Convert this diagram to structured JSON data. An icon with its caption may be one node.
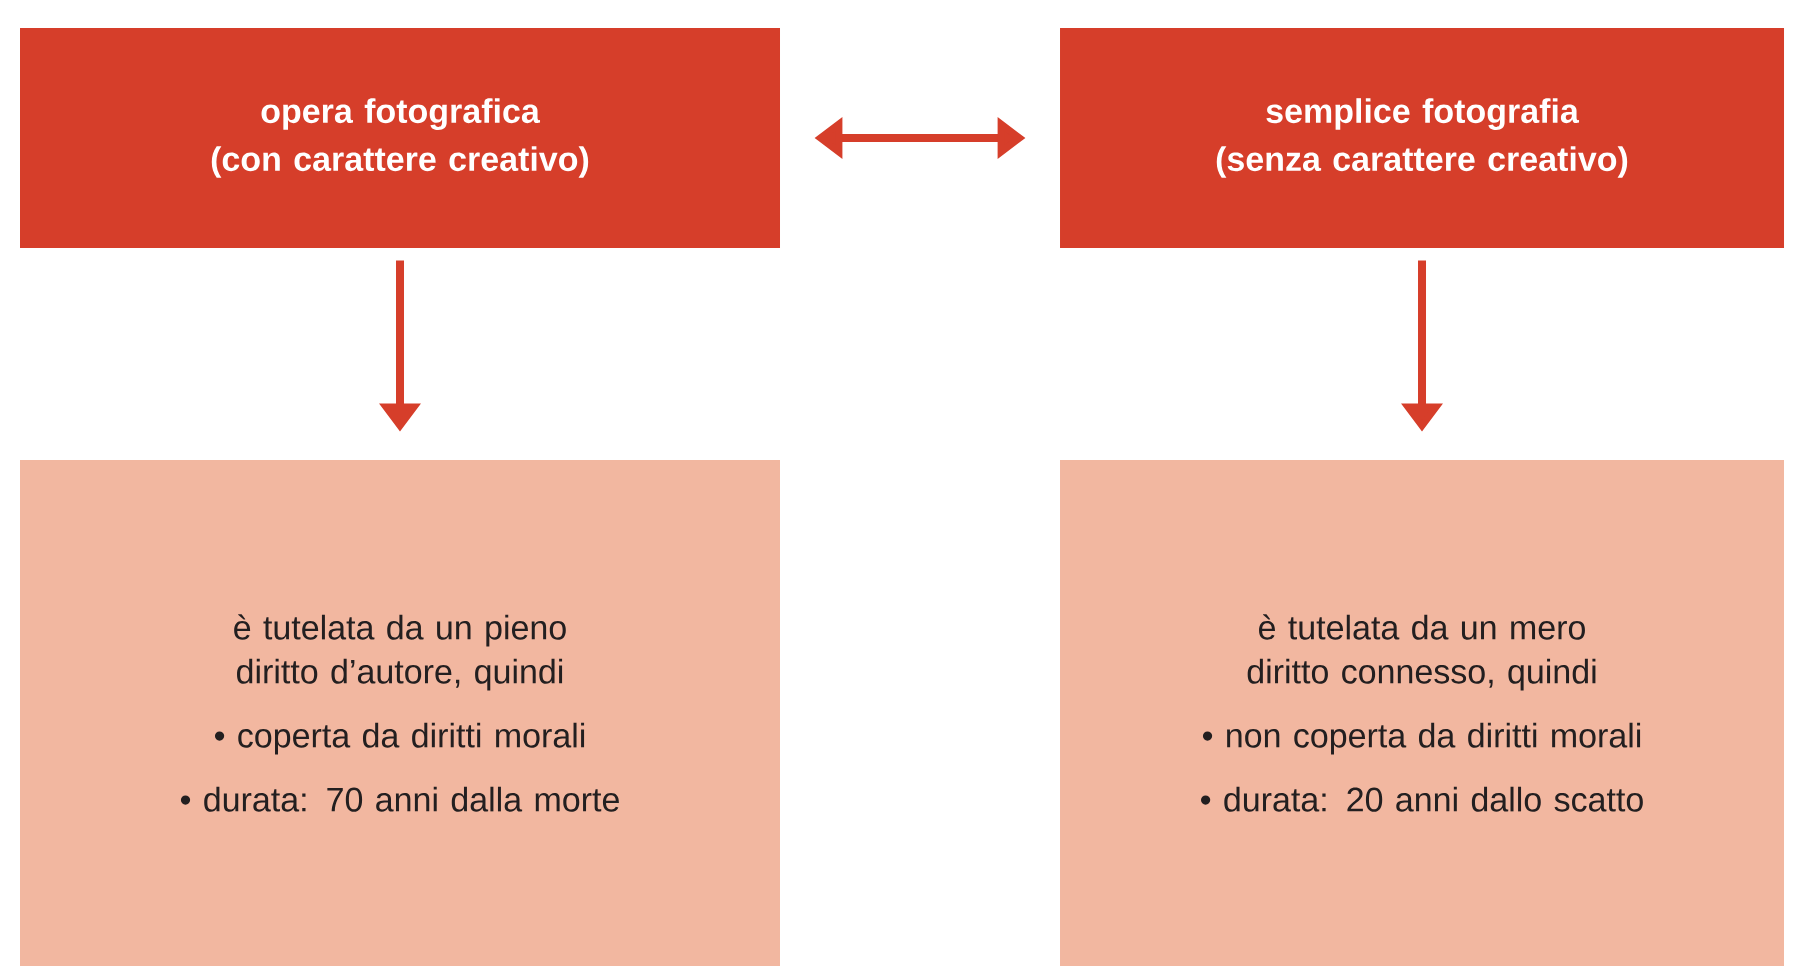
{
  "diagram": {
    "nodes": [
      {
        "text": [
          "opera fotografica",
          "(con carattere creativo)"
        ]
      },
      {
        "text": [
          "semplice fotografia",
          "(senza carattere creativo)"
        ]
      },
      {
        "text": [
          "è tutelata da un pieno diritto d’autore, quindi",
          "• coperta da diritti morali",
          "• durata: 70 anni dalla morte"
        ]
      },
      {
        "text": [
          "è tutelata da un mero diritto connesso, quindi",
          "• non coperta da diritti morali",
          "• durata: 20 anni dallo scatto"
        ]
      }
    ],
    "edges": [
      {
        "from": 0,
        "to": 1,
        "arrow": "both"
      },
      {
        "from": 0,
        "to": 2,
        "arrow": "to"
      },
      {
        "from": 1,
        "to": 3,
        "arrow": "to"
      }
    ]
  }
}
